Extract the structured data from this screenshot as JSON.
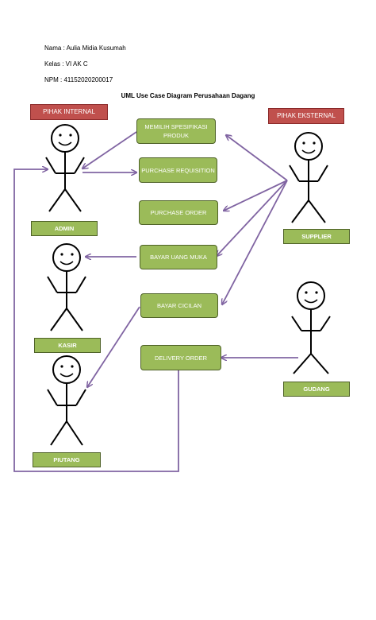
{
  "header": {
    "nama": "Nama : Aulia Midia Kusumah",
    "kelas": "Kelas  : VI AK C",
    "npm": "NPM  : 41152020200017"
  },
  "title": "UML Use Case Diagram Perusahaan Dagang",
  "groups": {
    "internal": "PIHAK INTERNAL",
    "external": "PIHAK EKSTERNAL"
  },
  "actors": {
    "admin": "ADMIN",
    "kasir": "KASIR",
    "piutang": "PIUTANG",
    "supplier": "SUPPLIER",
    "gudang": "GUDANG"
  },
  "use_cases": {
    "memilih": "MEMILIH SPESIFIKASI PRODUK",
    "pr": "PURCHASE REQUISITION",
    "po": "PURCHASE ORDER",
    "uang_muka": "BAYAR UANG MUKA",
    "cicilan": "BAYAR CICILAN",
    "delivery": "DELIVERY ORDER"
  },
  "colors": {
    "usecase_fill": "#9bbb59",
    "usecase_border": "#4f6228",
    "group_fill": "#c0504d",
    "arrow": "#8064a2"
  }
}
